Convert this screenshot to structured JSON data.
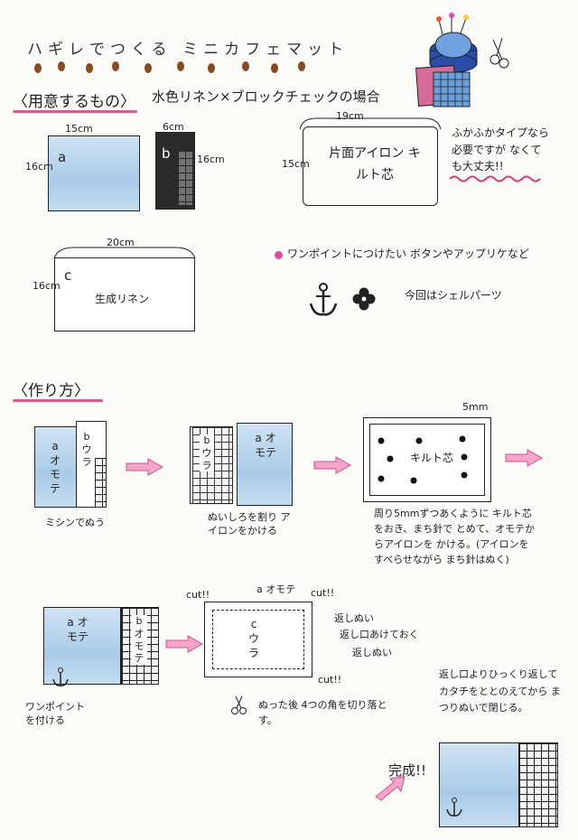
{
  "title": "ハギレでつくる ミニカフェマット",
  "sections": {
    "materials_heading": "〈用意するもの〉",
    "method_heading": "〈作り方〉"
  },
  "materials": {
    "subtitle": "水色リネン×ブロックチェックの場合",
    "a": {
      "letter": "a",
      "w": "15cm",
      "h": "16cm"
    },
    "b": {
      "letter": "b",
      "w": "6cm",
      "h": "16cm"
    },
    "c": {
      "letter": "c",
      "w": "20cm",
      "h": "16cm",
      "name": "生成リネン"
    },
    "quilt": {
      "w": "19cm",
      "h": "15cm",
      "text": "片面アイロン キルト芯"
    },
    "optional_note": "ふかふかタイプなら 必要ですが なくても大丈夫!!",
    "onepoint_note": "ワンポイントにつけたい ボタンやアップリケなど",
    "parts_note": "今回はシェルパーツ"
  },
  "steps": {
    "s1": {
      "a": "a オモテ",
      "b": "b ウラ",
      "caption": "ミシンでぬう"
    },
    "s2": {
      "b": "b ウラ",
      "a": "a オモテ",
      "caption": "ぬいしろを割り アイロンをかける"
    },
    "s3": {
      "label": "キルト芯",
      "mm": "5mm",
      "caption": "周り5mmずつあくように キルト芯をおき、まち針で とめて、オモテからアイロンを かける。(アイロンをすべらせながら まち針はぬく)"
    },
    "s4": {
      "a": "a オモテ",
      "b": "b オモテ",
      "caption": "ワンポイント を付ける"
    },
    "s5": {
      "top": "a オモテ",
      "c": "c ウラ",
      "cut": "cut!!",
      "back_stitch": "返しぬい",
      "opening": "返し口あけておく",
      "caption": "ぬった後 4つの角を切り落とす。"
    },
    "s6": {
      "caption": "返し口よりひっくり返して カタチをととのえてから まつりぬいで閉じる。",
      "done": "完成!!"
    }
  }
}
